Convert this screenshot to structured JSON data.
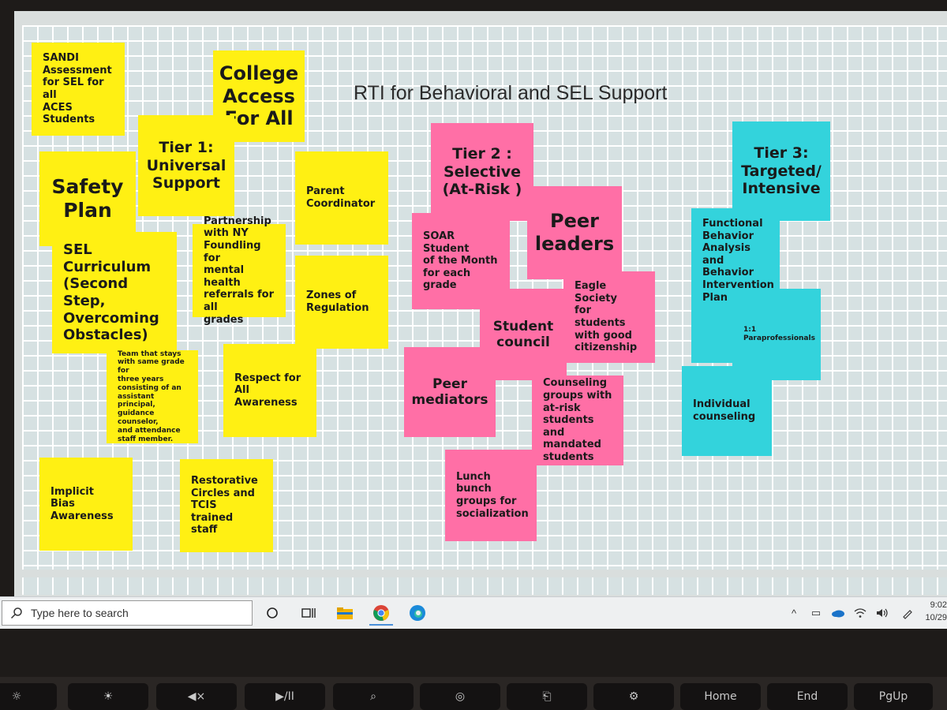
{
  "slide": {
    "title": "RTI for Behavioral and SEL Support",
    "colors": {
      "tier1": "#fff013",
      "tier2": "#ff6fa6",
      "tier3": "#33d3dc"
    },
    "tier1_notes": {
      "sandi": "SANDI\nAssessment\nfor SEL for all\nACES\nStudents",
      "college": "College\nAccess\nFor All",
      "tier1_header": "Tier 1:\nUniversal\nSupport",
      "safety": "Safety\nPlan",
      "parent": "Parent\nCoordinator",
      "partnership": "Partnership\nwith NY\nFoundling for\nmental health\nreferrals for all\ngrades",
      "sel": "SEL\nCurriculum\n(Second Step,\nOvercoming\nObstacles)",
      "zones": "Zones of\nRegulation",
      "team": "Team that stays\nwith same grade for\nthree years\nconsisting of an\nassistant principal,\nguidance counselor,\nand attendance\nstaff member.",
      "respect": "Respect for All\nAwareness",
      "bias": "Implicit Bias\nAwareness",
      "restorative": "Restorative\nCircles and\nTCIS trained\nstaff"
    },
    "tier2_notes": {
      "tier2_header": "Tier 2 :\nSelective\n(At-Risk )",
      "peer_leaders": "Peer\nleaders",
      "soar": "SOAR Student\nof the Month\nfor each grade",
      "eagle": "Eagle Society\nfor students\nwith good\ncitizenship",
      "council": "Student\ncouncil",
      "mediators": "Peer\nmediators",
      "counseling": "Counseling\ngroups with\nat-risk\nstudents and\nmandated\nstudents",
      "lunch": "Lunch bunch\ngroups for\nsocialization"
    },
    "tier3_notes": {
      "tier3_header": "Tier 3:\nTargeted/\nIntensive",
      "fba": "Functional\nBehavior\nAnalysis and\nBehavior\nIntervention\nPlan",
      "para": "1:1 Paraprofessionals",
      "individual": "Individual\ncounseling"
    }
  },
  "taskbar": {
    "search_placeholder": "Type here to search",
    "icons": [
      "search-icon",
      "task-view-icon",
      "file-explorer-icon",
      "chrome-icon",
      "edge-icon"
    ],
    "clock_time": "9:02",
    "clock_date": "10/29"
  },
  "keyboard": {
    "keys": [
      "☼",
      "☀",
      "◀×",
      "▶/II",
      "⌕",
      "◎",
      "⎗",
      "⚙",
      "Home",
      "End",
      "PgUp"
    ]
  }
}
